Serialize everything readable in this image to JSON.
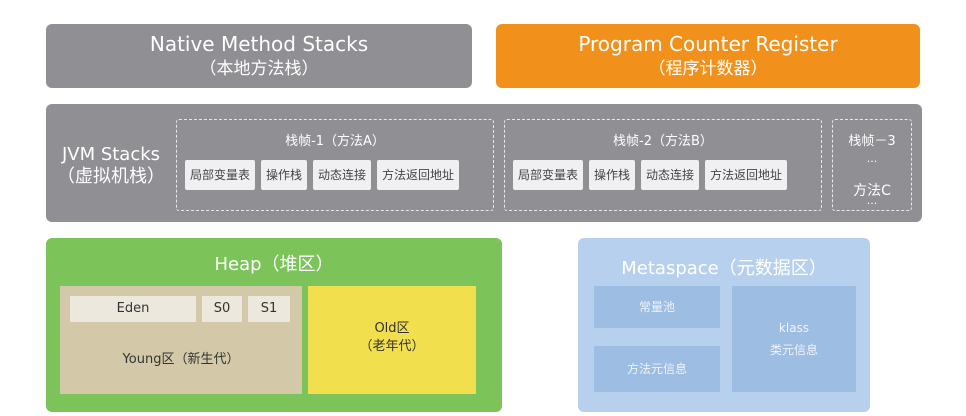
{
  "native_method_stacks": {
    "title": "Native Method Stacks",
    "subtitle": "（本地方法栈）"
  },
  "program_counter_register": {
    "title": "Program Counter Register",
    "subtitle": "（程序计数器）"
  },
  "jvm_stacks": {
    "title": "JVM Stacks",
    "subtitle": "（虚拟机栈）",
    "frames": [
      {
        "title": "栈帧-1（方法A）",
        "cells": [
          "局部变量表",
          "操作栈",
          "动态连接",
          "方法返回地址"
        ]
      },
      {
        "title": "栈帧-2（方法B）",
        "cells": [
          "局部变量表",
          "操作栈",
          "动态连接",
          "方法返回地址"
        ]
      },
      {
        "title": "栈帧－3",
        "dots": "...",
        "label": "方法C"
      }
    ]
  },
  "heap": {
    "title": "Heap（堆区）",
    "young": {
      "eden": "Eden",
      "s0": "S0",
      "s1": "S1",
      "label": "Young区（新生代）"
    },
    "old": {
      "label": "Old区",
      "sublabel": "（老年代）"
    }
  },
  "metaspace": {
    "title": "Metaspace（元数据区）",
    "constant_pool": "常量池",
    "method_info": "方法元信息",
    "klass": "klass",
    "klass_sub": "类元信息"
  },
  "colors": {
    "gray": "#8f8f94",
    "orange": "#f2901c",
    "heap_green": "#7cc45a",
    "young_tan": "#d3c9a8",
    "old_yellow": "#f2df4e",
    "metaspace_blue": "#b7d0ee"
  }
}
